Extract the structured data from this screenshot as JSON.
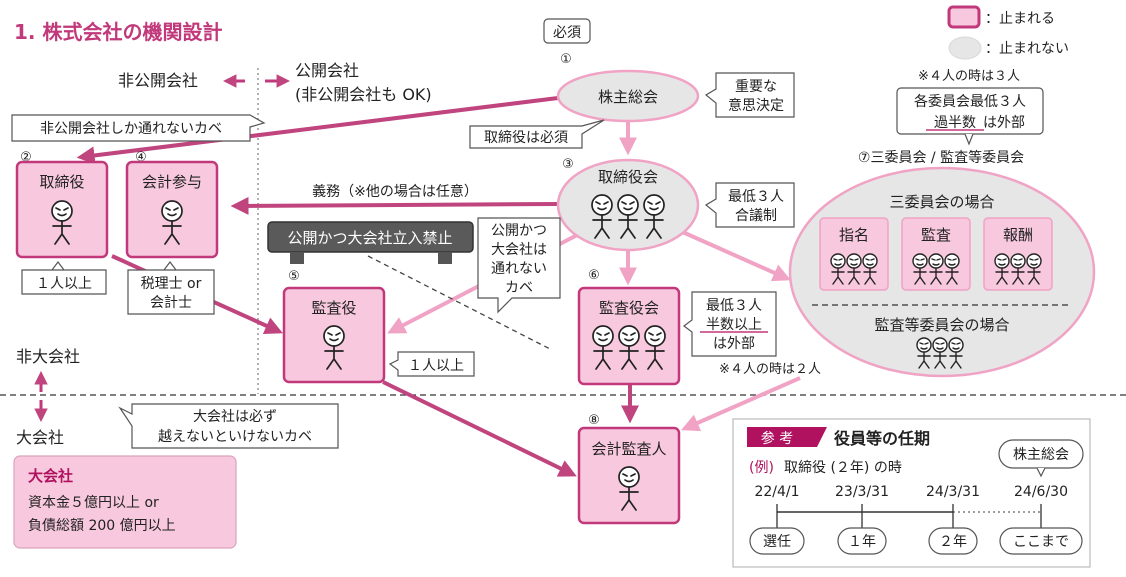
{
  "title": "1. 株式会社の機関設計",
  "legend": {
    "stop": "：止まれる",
    "pass": "：止まれない"
  },
  "required_tag": "必須",
  "header": {
    "private": "非公開会社",
    "public_1": "公開会社",
    "public_2": "(非公開会社も OK)"
  },
  "walls": {
    "private_only": "非公開会社しか通れないカベ",
    "no_entry": "公開かつ大会社立入禁止",
    "public_large_1": "公開かつ",
    "public_large_2": "大会社は",
    "public_large_3": "通れない",
    "public_large_4": "カベ",
    "large_1": "大会社は必ず",
    "large_2": "越えないといけないカベ"
  },
  "nodes": {
    "shareholders": {
      "num": "①",
      "label": "株主総会"
    },
    "directors": {
      "num": "②",
      "label": "取締役"
    },
    "board": {
      "num": "③",
      "label": "取締役会"
    },
    "accounting_advisor": {
      "num": "④",
      "label": "会計参与"
    },
    "auditor": {
      "num": "⑤",
      "label": "監査役"
    },
    "audit_board": {
      "num": "⑥",
      "label": "監査役会"
    },
    "committees": {
      "num_label": "⑦三委員会 / 監査等委員会",
      "three_title": "三委員会の場合",
      "sub": [
        "指名",
        "監査",
        "報酬"
      ],
      "audit_title": "監査等委員会の場合"
    },
    "accounting_auditor": {
      "num": "⑧",
      "label": "会計監査人"
    }
  },
  "notes": {
    "important_1": "重要な",
    "important_2": "意思決定",
    "director_required": "取締役は必須",
    "duty": "義務（※他の場合は任意）",
    "board_1": "最低３人",
    "board_2": "合議制",
    "one_plus": "１人以上",
    "tax_1": "税理士 or",
    "tax_2": "会計士",
    "auditor_one_plus": "１人以上",
    "audit_board_1": "最低３人",
    "audit_board_2": "半数以上",
    "audit_board_3": "は外部",
    "audit_board_4": "※４人の時は２人",
    "committee_0": "※４人の時は３人",
    "committee_1": "各委員会最低３人",
    "committee_2a": "過半数",
    "committee_2b": "は外部"
  },
  "side": {
    "non_large": "非大会社",
    "large": "大会社"
  },
  "large_company": {
    "title": "大会社",
    "line1": "資本金５億円以上 or",
    "line2": "負債総額 200 億円以上"
  },
  "reference": {
    "tag": "参 考",
    "title": "役員等の任期",
    "example_prefix": "(例)",
    "example_text": " 取締役 (２年) の時",
    "agm": "株主総会",
    "dates": [
      "22/4/1",
      "23/3/31",
      "24/3/31",
      "24/6/30"
    ],
    "milestones": [
      "選任",
      "１年",
      "２年",
      "ここまで"
    ]
  },
  "colors": {
    "accent": "#c2397b",
    "arrow_dark": "#c0447e",
    "arrow_light": "#f0a3c4",
    "stop_fill": "#f8c9de",
    "pass_fill": "#e6e6e6"
  }
}
